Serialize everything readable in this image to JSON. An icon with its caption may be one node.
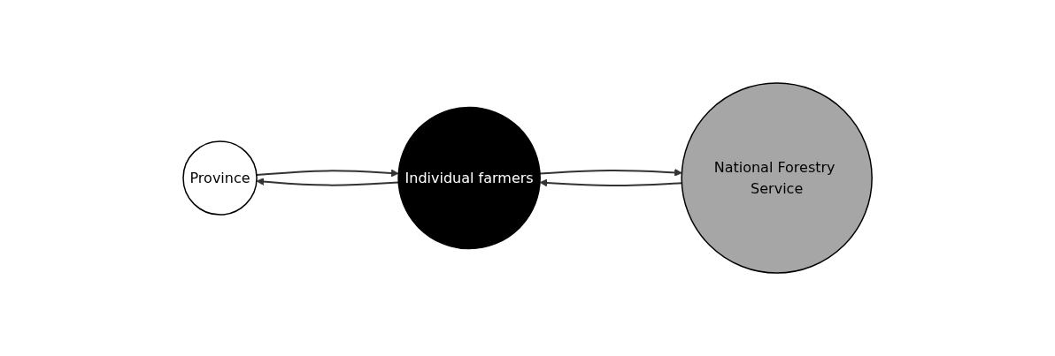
{
  "diagram": {
    "nodes": [
      {
        "text": [
          "Province"
        ]
      },
      {
        "text": [
          "Individual farmers"
        ]
      },
      {
        "text": [
          "National Forestry Service"
        ]
      }
    ],
    "edges": [
      {
        "from": 0,
        "to": 1,
        "arrow": "to"
      },
      {
        "from": 1,
        "to": 0,
        "arrow": "to"
      },
      {
        "from": 1,
        "to": 2,
        "arrow": "to"
      },
      {
        "from": 2,
        "to": 1,
        "arrow": "to"
      }
    ]
  }
}
